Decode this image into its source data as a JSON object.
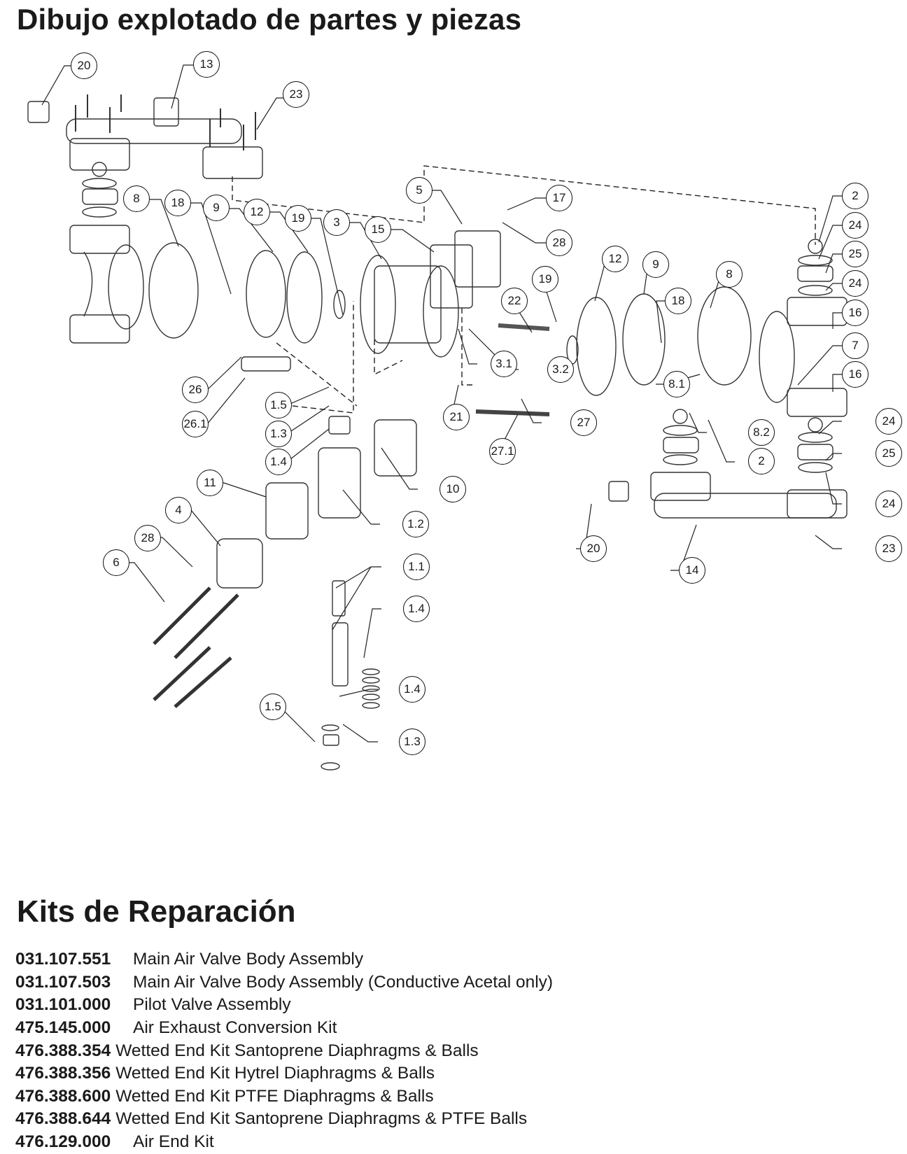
{
  "page": {
    "title": "Dibujo explotado de partes y piezas",
    "kits_title": "Kits de Reparación"
  },
  "diagram": {
    "callouts": [
      "20",
      "13",
      "23",
      "8",
      "18",
      "9",
      "12",
      "19",
      "3",
      "15",
      "5",
      "17",
      "28",
      "2",
      "24",
      "25",
      "24",
      "16",
      "7",
      "16",
      "12",
      "9",
      "19",
      "22",
      "18",
      "8",
      "8.1",
      "3.1",
      "3.2",
      "21",
      "27",
      "27.1",
      "8.2",
      "26",
      "26.1",
      "1.5",
      "1.3",
      "1.4",
      "10",
      "11",
      "4",
      "1.2",
      "28",
      "6",
      "1.1",
      "1.4",
      "1.4",
      "1.5",
      "1.3",
      "2",
      "24",
      "25",
      "24",
      "20",
      "23",
      "14"
    ]
  },
  "kits": [
    {
      "code": "031.107.551",
      "description": "Main Air Valve Body Assembly"
    },
    {
      "code": "031.107.503",
      "description": "Main Air Valve Body Assembly (Conductive Acetal only)"
    },
    {
      "code": "031.101.000",
      "description": "Pilot Valve Assembly"
    },
    {
      "code": "475.145.000",
      "description": "Air Exhaust Conversion Kit"
    },
    {
      "code": "476.388.354",
      "description": "Wetted End Kit Santoprene Diaphragms & Balls"
    },
    {
      "code": "476.388.356",
      "description": "Wetted End Kit Hytrel Diaphragms & Balls"
    },
    {
      "code": "476.388.600",
      "description": "Wetted End Kit PTFE Diaphragms & Balls"
    },
    {
      "code": "476.388.644",
      "description": "Wetted End Kit Santoprene Diaphragms & PTFE Balls"
    },
    {
      "code": "476.129.000",
      "description": "Air End Kit"
    }
  ]
}
